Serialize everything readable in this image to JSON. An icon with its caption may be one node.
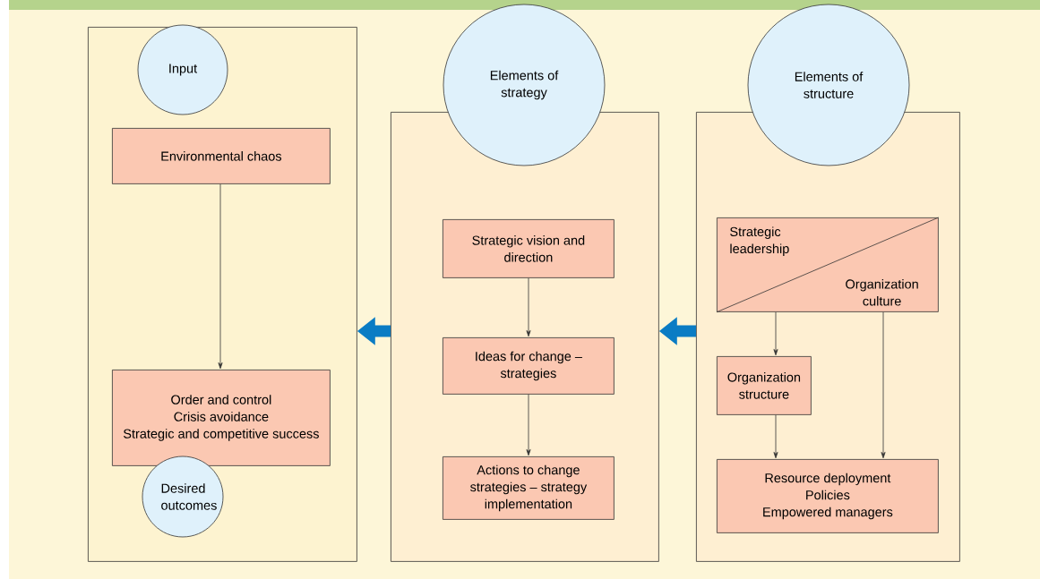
{
  "diagram": {
    "nodes": [
      {
        "text": [],
        "shape": "box"
      },
      {
        "text": [
          "Input"
        ],
        "in": 0
      },
      {
        "text": [
          "Environmental chaos"
        ],
        "in": 0
      },
      {
        "text": [
          "Order and control",
          "Crisis avoidance",
          "Strategic and competitive success"
        ],
        "in": 0
      },
      {
        "text": [
          "Desired outcomes"
        ],
        "in": 0
      },
      {
        "text": [],
        "shape": "box"
      },
      {
        "text": [
          "Elements of strategy"
        ]
      },
      {
        "text": [
          "Strategic vision and direction"
        ],
        "in": 5
      },
      {
        "text": [
          "Ideas for change – strategies"
        ],
        "in": 5
      },
      {
        "text": [
          "Actions to change strategies – strategy implementation"
        ],
        "in": 5
      },
      {
        "text": [],
        "shape": "box"
      },
      {
        "text": [
          "Elements of structure"
        ]
      },
      {
        "text": [
          "Strategic leadership",
          "Organization culture"
        ],
        "in": 10
      },
      {
        "text": [
          "Organization structure"
        ],
        "in": 10
      },
      {
        "text": [
          "Resource deployment",
          "Policies",
          "Empowered managers"
        ],
        "in": 10
      }
    ],
    "edges": [
      {
        "from": 2,
        "to": 3,
        "arrow": "to"
      },
      {
        "from": 7,
        "to": 8,
        "arrow": "to"
      },
      {
        "from": 8,
        "to": 9,
        "arrow": "to"
      },
      {
        "from": 12,
        "to": 13,
        "arrow": "to"
      },
      {
        "from": 12,
        "to": 14,
        "arrow": "to"
      },
      {
        "from": 13,
        "to": 14,
        "arrow": "to"
      },
      {
        "from": 5,
        "to": 0,
        "arrow": "to",
        "style": "thick",
        "color": "#0a7cc4"
      },
      {
        "from": 10,
        "to": 5,
        "arrow": "to",
        "style": "thick",
        "color": "#0a7cc4"
      }
    ]
  }
}
